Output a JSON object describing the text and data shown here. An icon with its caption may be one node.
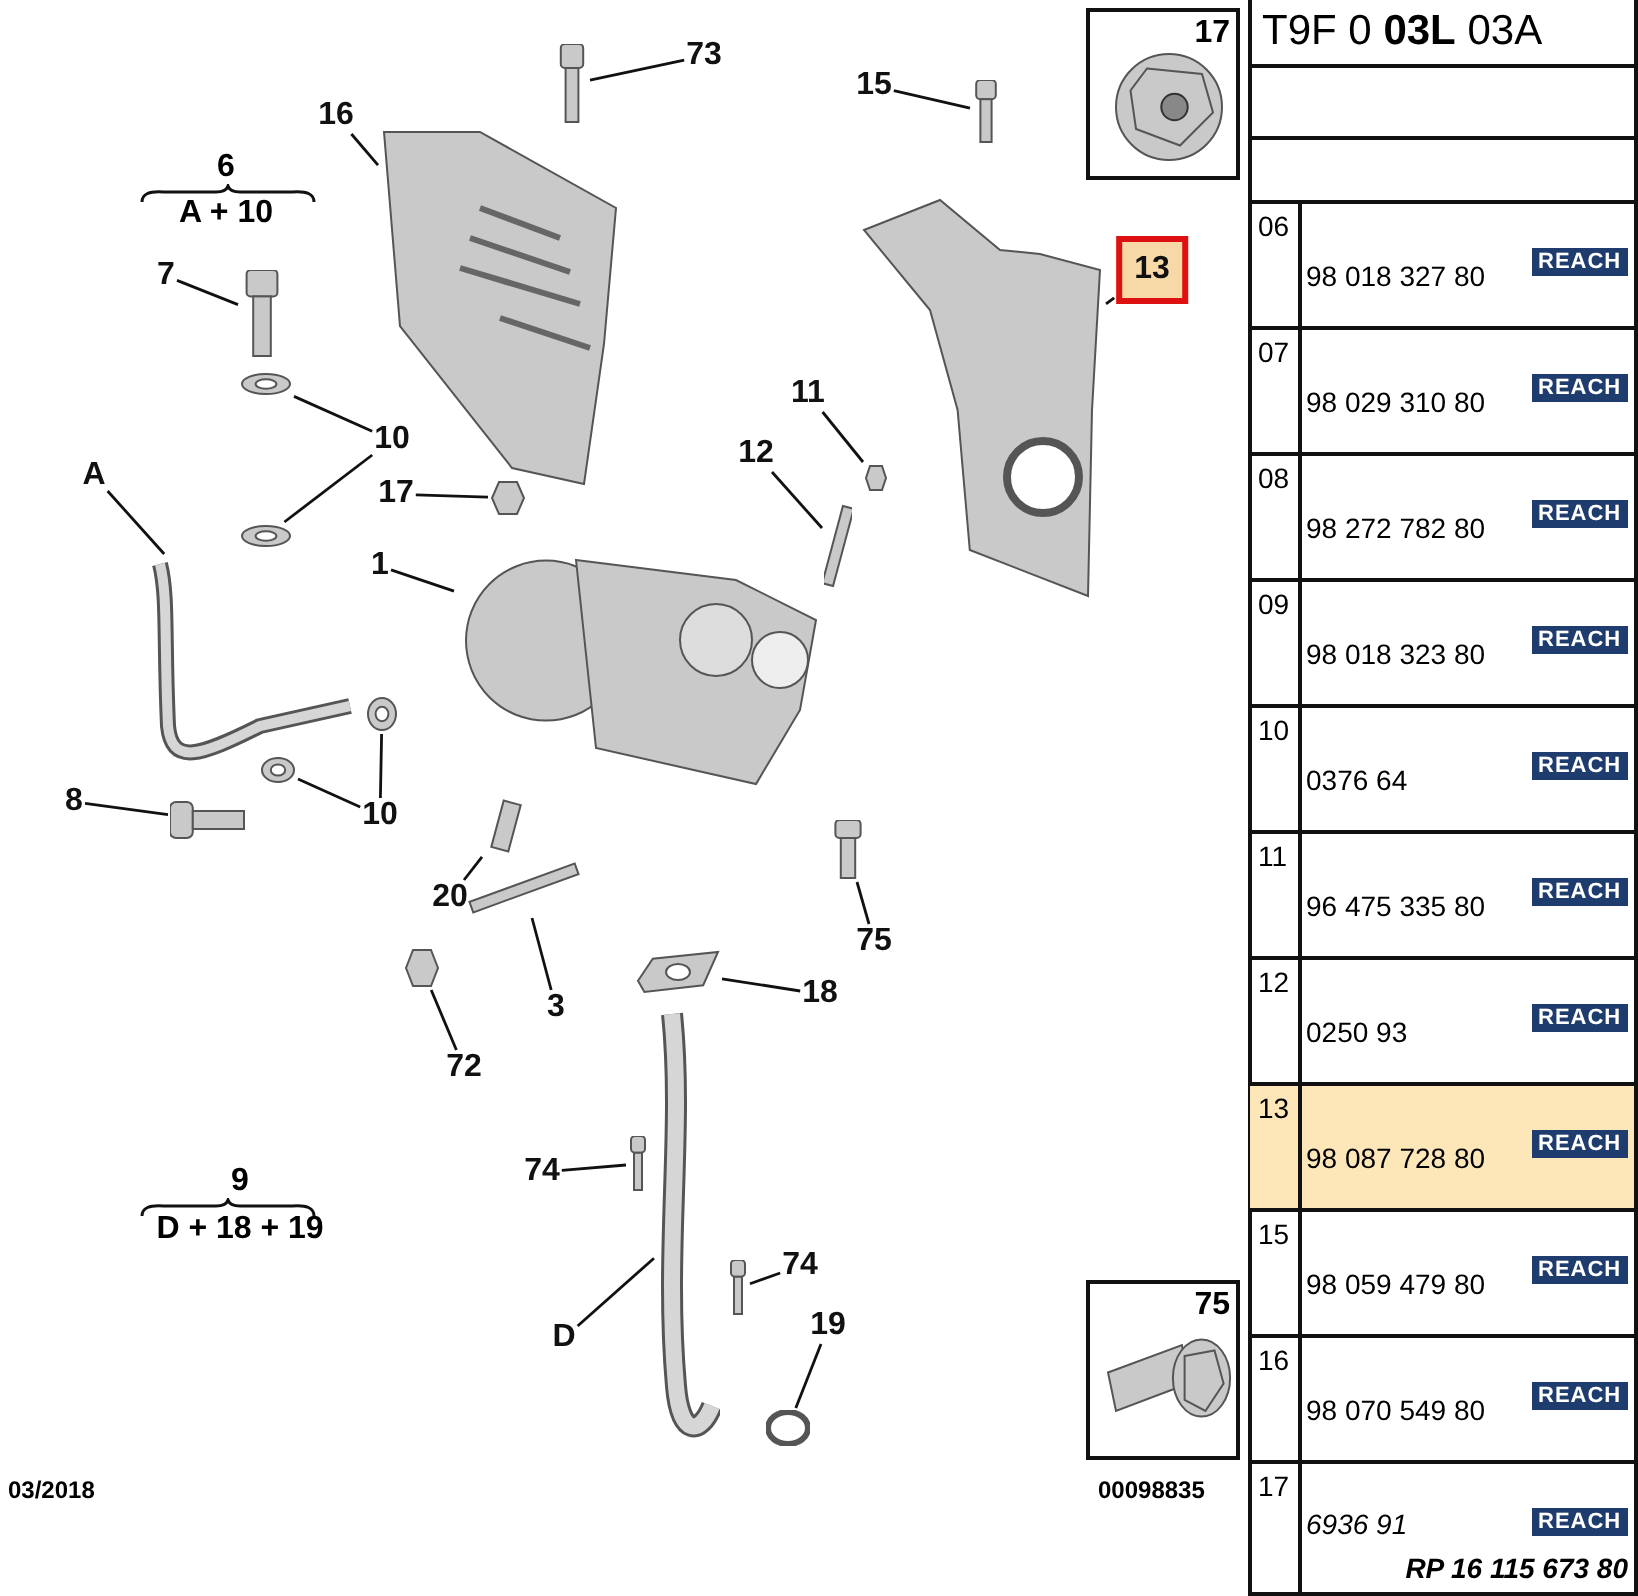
{
  "diagram": {
    "nodes": [
      {
        "text": [
          "73"
        ]
      },
      {
        "text": [],
        "shape": "picture"
      },
      {
        "text": [
          "16"
        ]
      },
      {
        "text": [],
        "shape": "picture"
      },
      {
        "text": [
          "15"
        ]
      },
      {
        "text": [],
        "shape": "picture"
      },
      {
        "text": [
          "7"
        ]
      },
      {
        "text": [],
        "shape": "picture"
      },
      {
        "text": [
          "10"
        ]
      },
      {
        "text": [],
        "shape": "picture"
      },
      {
        "text": [],
        "shape": "picture"
      },
      {
        "text": [
          "17"
        ]
      },
      {
        "text": [],
        "shape": "hexagon"
      },
      {
        "text": [
          "A"
        ]
      },
      {
        "text": [],
        "shape": "picture"
      },
      {
        "text": [
          "1"
        ]
      },
      {
        "text": [],
        "shape": "picture"
      },
      {
        "text": [
          "11"
        ]
      },
      {
        "text": [],
        "shape": "hexagon"
      },
      {
        "text": [
          "12"
        ]
      },
      {
        "text": [],
        "shape": "bar"
      },
      {
        "text": [
          "13"
        ]
      },
      {
        "text": [],
        "shape": "picture"
      },
      {
        "text": [
          "8"
        ]
      },
      {
        "text": [],
        "shape": "picture"
      },
      {
        "text": [
          "10"
        ]
      },
      {
        "text": [],
        "shape": "picture"
      },
      {
        "text": [],
        "shape": "picture"
      },
      {
        "text": [
          "20"
        ]
      },
      {
        "text": [],
        "shape": "bar"
      },
      {
        "text": [
          "75"
        ]
      },
      {
        "text": [],
        "shape": "picture"
      },
      {
        "text": [
          "3"
        ]
      },
      {
        "text": [],
        "shape": "bar"
      },
      {
        "text": [
          "72"
        ]
      },
      {
        "text": [],
        "shape": "hexagon"
      },
      {
        "text": [
          "18"
        ]
      },
      {
        "text": [],
        "shape": "picture"
      },
      {
        "text": [
          "74"
        ]
      },
      {
        "text": [],
        "shape": "picture"
      },
      {
        "text": [
          "74"
        ]
      },
      {
        "text": [],
        "shape": "picture"
      },
      {
        "text": [
          "D"
        ]
      },
      {
        "text": [],
        "shape": "picture"
      },
      {
        "text": [
          "19"
        ]
      },
      {
        "text": [],
        "shape": "circle"
      },
      {
        "text": [
          "17"
        ]
      },
      {
        "text": [],
        "shape": "picture",
        "in": 46
      },
      {
        "text": [
          "75"
        ]
      },
      {
        "text": [],
        "shape": "picture",
        "in": 48
      }
    ],
    "edges": [
      {
        "from": 0,
        "to": 1,
        "arrow": "none"
      },
      {
        "from": 2,
        "to": 3,
        "arrow": "none"
      },
      {
        "from": 4,
        "to": 5,
        "arrow": "none"
      },
      {
        "from": 6,
        "to": 7,
        "arrow": "none"
      },
      {
        "from": 8,
        "to": 9,
        "arrow": "none"
      },
      {
        "from": 8,
        "to": 10,
        "arrow": "none"
      },
      {
        "from": 11,
        "to": 12,
        "arrow": "none"
      },
      {
        "from": 13,
        "to": 14,
        "arrow": "none"
      },
      {
        "from": 15,
        "to": 16,
        "arrow": "none"
      },
      {
        "from": 17,
        "to": 18,
        "arrow": "none"
      },
      {
        "from": 19,
        "to": 20,
        "arrow": "none"
      },
      {
        "from": 21,
        "to": 22,
        "arrow": "none"
      },
      {
        "from": 23,
        "to": 24,
        "arrow": "none"
      },
      {
        "from": 25,
        "to": 26,
        "arrow": "none"
      },
      {
        "from": 25,
        "to": 27,
        "arrow": "none"
      },
      {
        "from": 28,
        "to": 29,
        "arrow": "none"
      },
      {
        "from": 30,
        "to": 31,
        "arrow": "none"
      },
      {
        "from": 32,
        "to": 33,
        "arrow": "none"
      },
      {
        "from": 34,
        "to": 35,
        "arrow": "none"
      },
      {
        "from": 36,
        "to": 37,
        "arrow": "none"
      },
      {
        "from": 38,
        "to": 39,
        "arrow": "none"
      },
      {
        "from": 40,
        "to": 41,
        "arrow": "none"
      },
      {
        "from": 42,
        "to": 43,
        "arrow": "none"
      },
      {
        "from": 44,
        "to": 45,
        "arrow": "none"
      }
    ],
    "labels": [
      "6",
      "A + 10",
      "9",
      "D + 18 + 19",
      "03/2018",
      "00098835",
      "T9F 0 **03L** 03A",
      "06",
      "98 018 327 80",
      "REACH",
      "07",
      "98 029 310 80",
      "REACH",
      "08",
      "98 272 782 80",
      "REACH",
      "09",
      "98 018 323 80",
      "REACH",
      "10",
      "0376 64",
      "REACH",
      "11",
      "96 475 335 80",
      "REACH",
      "12",
      "0250 93",
      "REACH",
      "13",
      "98 087 728 80",
      "REACH",
      "15",
      "98 059 479 80",
      "REACH",
      "16",
      "98 070 549 80",
      "REACH",
      "17",
      "6936 91",
      "REACH",
      "RP 16 115 673 80"
    ]
  }
}
